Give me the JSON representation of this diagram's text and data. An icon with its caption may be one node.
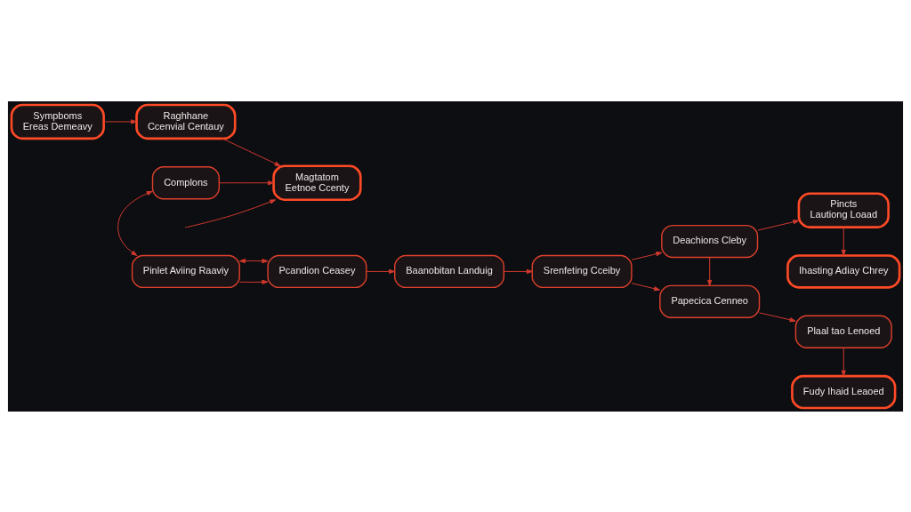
{
  "diagram": {
    "nodes": [
      {
        "text": [
          "Sympboms",
          "Ereas Demeavy"
        ]
      },
      {
        "text": [
          "Raghhane",
          "Ccenvial Centauy"
        ]
      },
      {
        "text": [
          "Magtatom",
          "Eetnoe Ccenty"
        ]
      },
      {
        "text": [
          "Complons"
        ]
      },
      {
        "text": [
          "Pinlet Aviing Raaviy"
        ]
      },
      {
        "text": [
          "Pcandion Ceasey"
        ]
      },
      {
        "text": [
          "Baanobitan Landuig"
        ]
      },
      {
        "text": [
          "Srenfeting Cceiby"
        ]
      },
      {
        "text": [
          "Deachions Cleby"
        ]
      },
      {
        "text": [
          "Pincts",
          "Lautiong Loaad"
        ]
      },
      {
        "text": [
          "Ihasting Adiay Chrey"
        ]
      },
      {
        "text": [
          "Papecica Cenneo"
        ]
      },
      {
        "text": [
          "Plaal tao Lenoed"
        ]
      },
      {
        "text": [
          "Fudy Ihaid Leaoed"
        ]
      }
    ],
    "edges": [
      {
        "from": 0,
        "to": 1,
        "arrow": "to"
      },
      {
        "from": 1,
        "to": 2,
        "arrow": "to"
      },
      {
        "from": 3,
        "to": 2,
        "arrow": "to"
      },
      {
        "from": 3,
        "to": 4,
        "arrow": "both"
      },
      {
        "from": null,
        "to": 2,
        "arrow": "to"
      },
      {
        "from": 4,
        "to": 5,
        "arrow": "to"
      },
      {
        "from": 4,
        "to": 5,
        "arrow": "both"
      },
      {
        "from": 5,
        "to": 6,
        "arrow": "to"
      },
      {
        "from": 6,
        "to": 7,
        "arrow": "to"
      },
      {
        "from": 7,
        "to": 8,
        "arrow": "to"
      },
      {
        "from": 7,
        "to": 11,
        "arrow": "to"
      },
      {
        "from": 8,
        "to": 11,
        "arrow": "to"
      },
      {
        "from": 8,
        "to": 9,
        "arrow": "to"
      },
      {
        "from": 9,
        "to": 10,
        "arrow": "to"
      },
      {
        "from": 11,
        "to": 12,
        "arrow": "to"
      },
      {
        "from": 12,
        "to": 13,
        "arrow": "to"
      }
    ]
  }
}
